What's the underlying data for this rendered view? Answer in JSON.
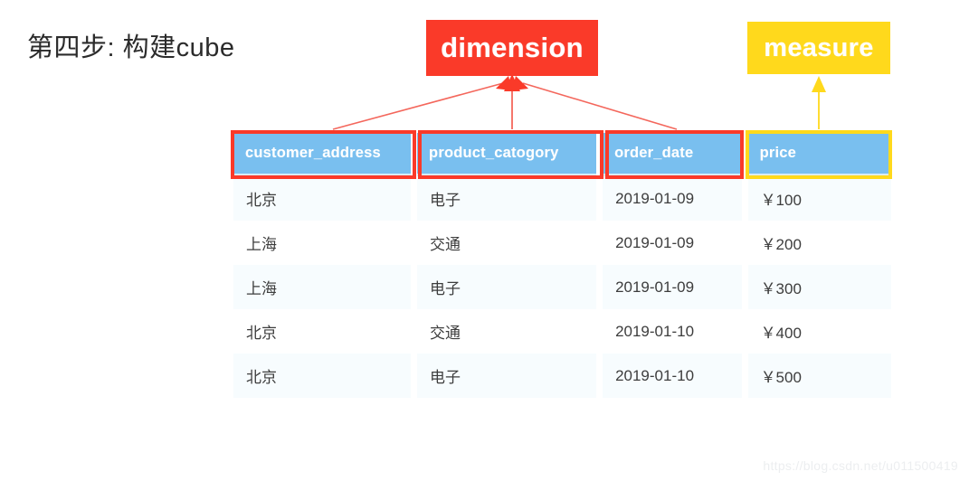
{
  "slide": {
    "title": "第四步: 构建cube",
    "watermark": "https://blog.csdn.net/u011500419"
  },
  "callouts": {
    "dimension": {
      "label": "dimension",
      "color": "#fa3a29",
      "points_to": [
        "customer_address",
        "product_catogory",
        "order_date"
      ]
    },
    "measure": {
      "label": "measure",
      "color": "#ffd91c",
      "points_to": [
        "price"
      ]
    }
  },
  "table": {
    "header_bg": "#79bfef",
    "row_bg": "#f7fcfe",
    "columns": [
      {
        "key": "customer_address",
        "label": "customer_address",
        "highlight": "#fa3a29"
      },
      {
        "key": "product_catogory",
        "label": "product_catogory",
        "highlight": "#fa3a29"
      },
      {
        "key": "order_date",
        "label": "order_date",
        "highlight": "#fa3a29"
      },
      {
        "key": "price",
        "label": "price",
        "highlight": "#ffd91c"
      }
    ],
    "rows": [
      {
        "customer_address": "北京",
        "product_catogory": "电子",
        "order_date": "2019-01-09",
        "price": "￥100"
      },
      {
        "customer_address": "上海",
        "product_catogory": "交通",
        "order_date": "2019-01-09",
        "price": "￥200"
      },
      {
        "customer_address": "上海",
        "product_catogory": "电子",
        "order_date": "2019-01-09",
        "price": "￥300"
      },
      {
        "customer_address": "北京",
        "product_catogory": "交通",
        "order_date": "2019-01-10",
        "price": "￥400"
      },
      {
        "customer_address": "北京",
        "product_catogory": "电子",
        "order_date": "2019-01-10",
        "price": "￥500"
      }
    ]
  }
}
